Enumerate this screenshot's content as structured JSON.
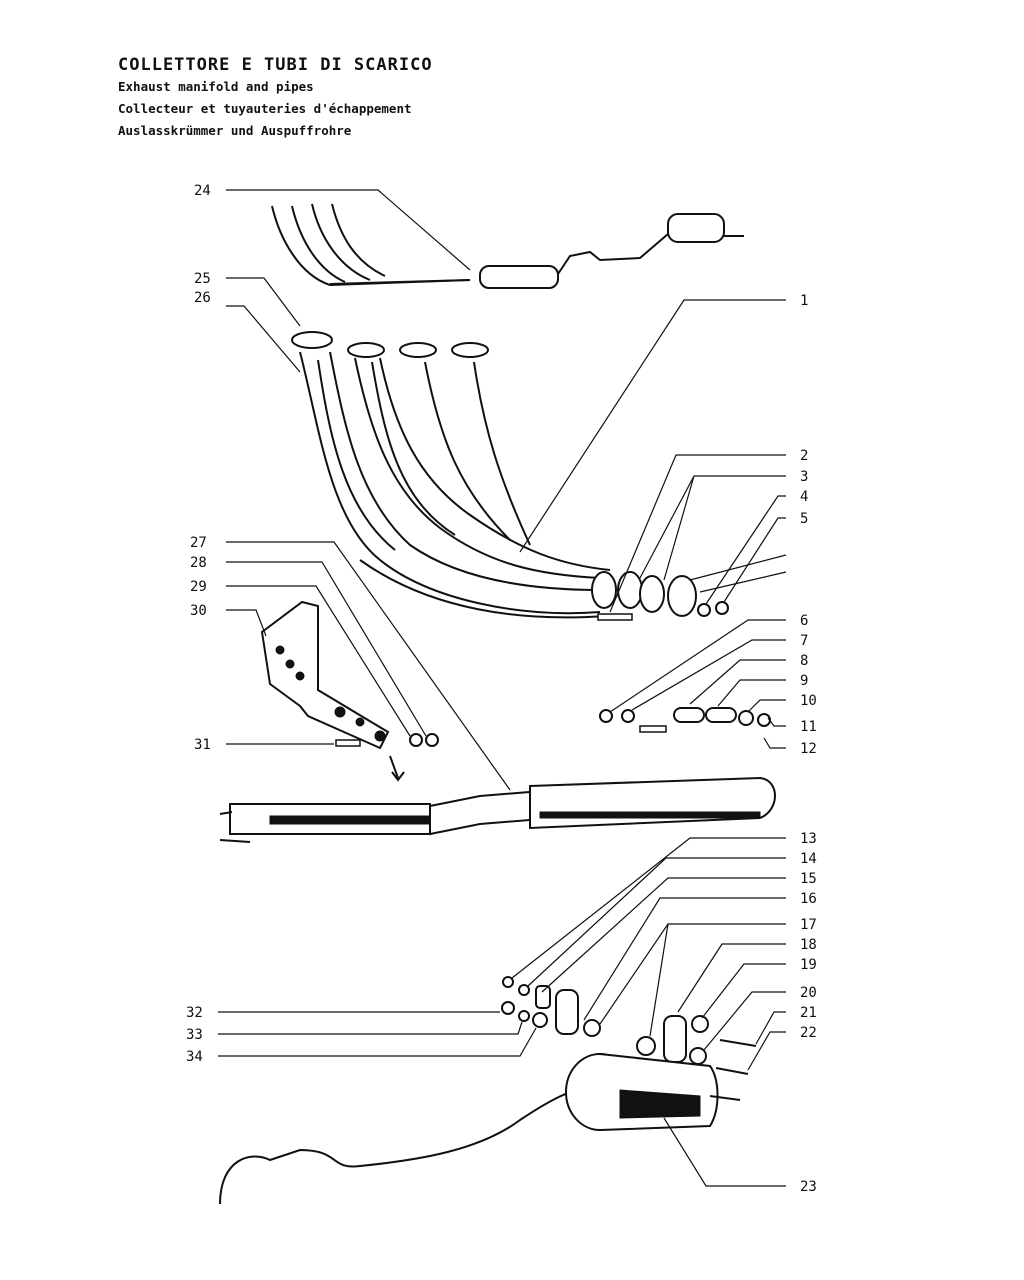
{
  "titles": {
    "it": "COLLETTORE E TUBI DI SCARICO",
    "en": "Exhaust manifold and pipes",
    "fr": "Collecteur et tuyauteries d'échappement",
    "de": "Auslasskrümmer und Auspuffrohre"
  },
  "callouts": [
    "1",
    "2",
    "3",
    "4",
    "5",
    "6",
    "7",
    "8",
    "9",
    "10",
    "11",
    "12",
    "13",
    "14",
    "15",
    "16",
    "17",
    "18",
    "19",
    "20",
    "21",
    "22",
    "23",
    "24",
    "25",
    "26",
    "27",
    "28",
    "29",
    "30",
    "31",
    "32",
    "33",
    "34"
  ],
  "colors": {
    "ink": "#111111",
    "paper": "#ffffff"
  }
}
